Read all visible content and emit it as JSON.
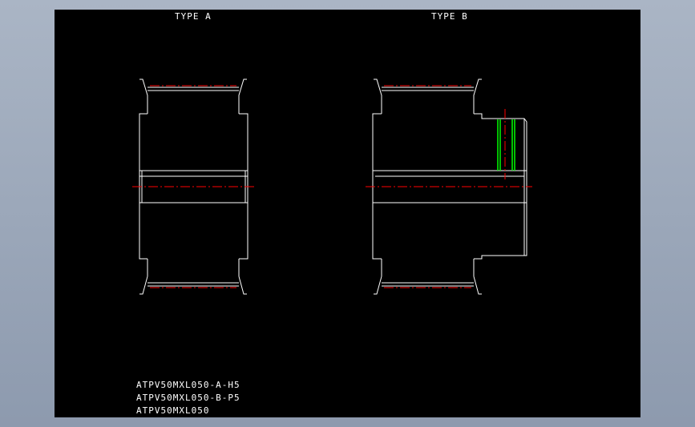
{
  "titles": {
    "type_a": "TYPE A",
    "type_b": "TYPE B"
  },
  "part_numbers": [
    "ATPV50MXL050-A-H5",
    "ATPV50MXL050-B-P5",
    "ATPV50MXL050"
  ],
  "colors": {
    "background": "#000000",
    "outline": "#ffffff",
    "centerline": "#ff0000",
    "groove": "#00ff00",
    "frame": "#9aa6b8"
  }
}
